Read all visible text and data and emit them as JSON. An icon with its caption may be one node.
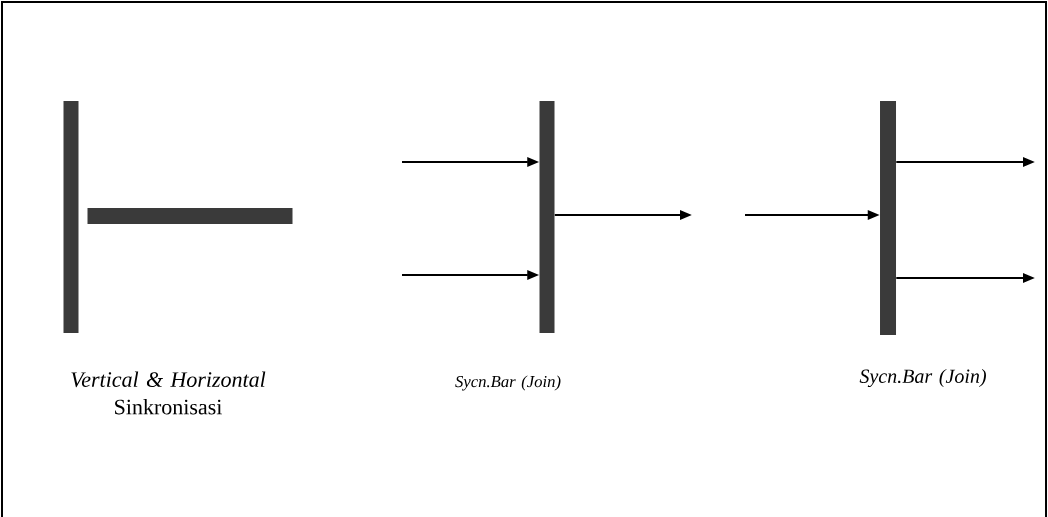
{
  "diagram": {
    "nodes": [
      {
        "text": [],
        "shape": "bar"
      },
      {
        "text": [],
        "shape": "bar"
      },
      {
        "text": [],
        "shape": "bar"
      },
      {
        "text": [],
        "shape": "bar"
      }
    ],
    "edges": [
      {
        "from": null,
        "to": 2,
        "arrow": "to"
      },
      {
        "from": null,
        "to": 2,
        "arrow": "to"
      },
      {
        "from": 2,
        "to": null,
        "arrow": "to"
      },
      {
        "from": null,
        "to": 3,
        "arrow": "to"
      },
      {
        "from": 3,
        "to": null,
        "arrow": "to"
      },
      {
        "from": 3,
        "to": null,
        "arrow": "to"
      }
    ],
    "labels": [
      "*Vertical & Horizontal* Sinkronisasi",
      "Sycn.Bar (Join)",
      "Sycn.Bar (Join)"
    ]
  }
}
